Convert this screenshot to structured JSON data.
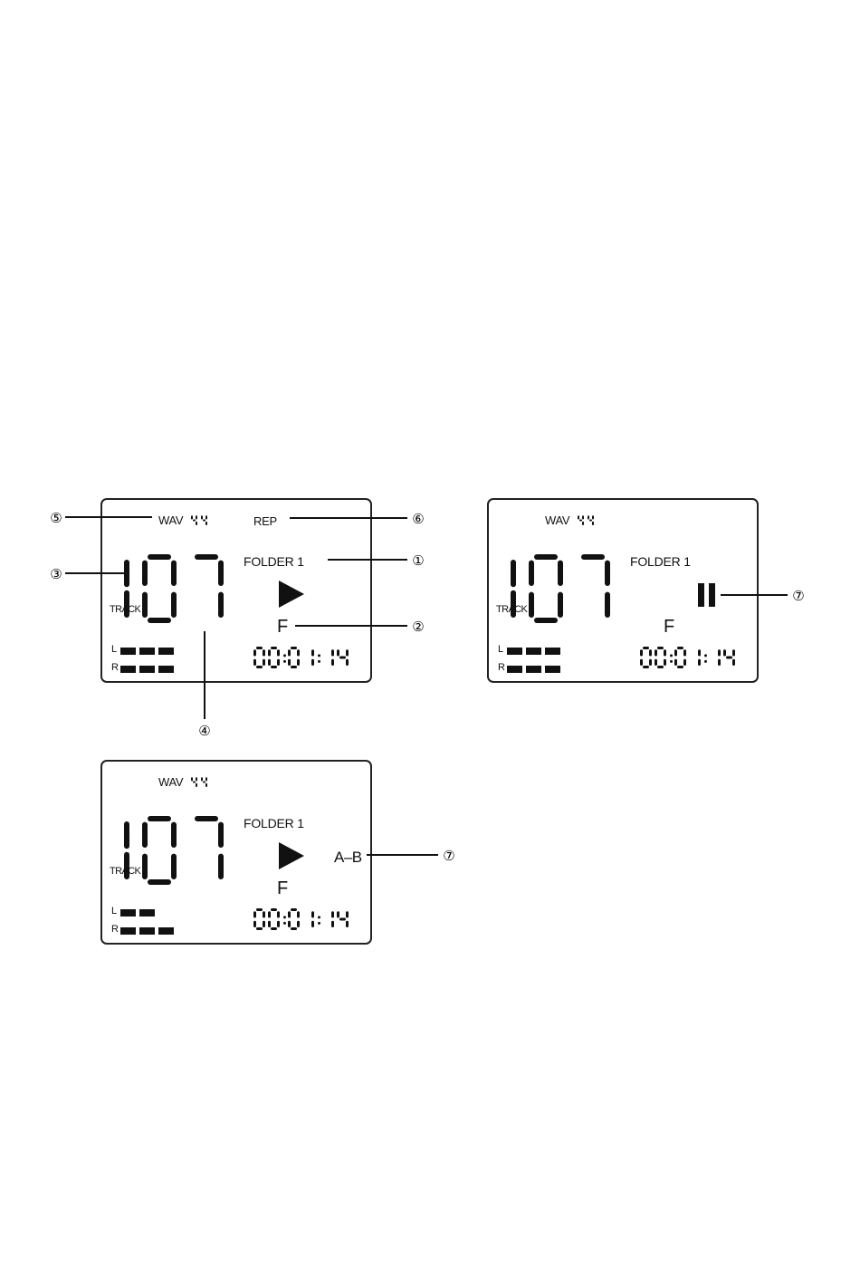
{
  "panels": [
    {
      "id": "playback",
      "format_label": "WAV",
      "sample_rate": "44",
      "repeat_label": "REP",
      "folder_label": "FOLDER 1",
      "track_label": "TRACK",
      "track_number": "107",
      "state_icon": "play-icon",
      "mode_letter": "F",
      "time": "00:01:14",
      "left_label": "L",
      "right_label": "R",
      "meter_left_segments": 3,
      "meter_right_segments": 3
    },
    {
      "id": "pause",
      "format_label": "WAV",
      "sample_rate": "44",
      "folder_label": "FOLDER 1",
      "track_label": "TRACK",
      "track_number": "107",
      "state_icon": "pause-icon",
      "mode_letter": "F",
      "time": "00:01:14",
      "left_label": "L",
      "right_label": "R",
      "meter_left_segments": 3,
      "meter_right_segments": 3
    },
    {
      "id": "ab-repeat",
      "format_label": "WAV",
      "sample_rate": "44",
      "folder_label": "FOLDER 1",
      "track_label": "TRACK",
      "track_number": "107",
      "state_icon": "play-icon",
      "mode_letter": "F",
      "ab_label": "A–B",
      "time": "00:01:14",
      "left_label": "L",
      "right_label": "R",
      "meter_left_segments": 2,
      "meter_right_segments": 3
    }
  ],
  "callouts": [
    "①",
    "②",
    "③",
    "④",
    "⑤",
    "⑥",
    "⑦",
    "⑦"
  ]
}
